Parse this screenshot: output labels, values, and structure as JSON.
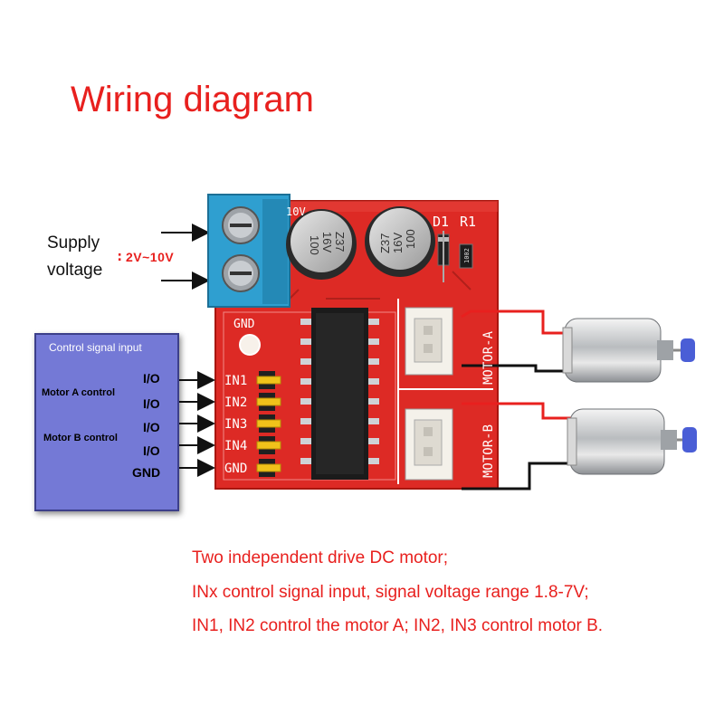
{
  "title": "Wiring diagram",
  "supply": {
    "label_line1": "Supply",
    "label_line2": "voltage",
    "range": "∶ 2V~10V"
  },
  "control_panel": {
    "title": "Control signal input",
    "motor_a_label": "Motor A  control",
    "motor_b_label": "Motor B control",
    "pins": [
      "I/O",
      "I/O",
      "I/O",
      "I/O",
      "GND"
    ]
  },
  "board": {
    "pin_labels": [
      "IN1",
      "IN2",
      "IN3",
      "IN4",
      "GND"
    ],
    "gnd_label": "GND",
    "top_text": "10V",
    "diode_label": "D1",
    "resistor_label": "R1",
    "resistor_marking": "1002",
    "motor_a_label": "MOTOR-A",
    "motor_b_label": "MOTOR-B",
    "capacitor_1": [
      "100",
      "16V",
      "Z37"
    ],
    "capacitor_2": [
      "100",
      "16V",
      "Z37"
    ]
  },
  "description": [
    "Two independent drive DC motor;",
    "INx control signal input, signal voltage range 1.8-7V;",
    "IN1, IN2 control the motor A; IN2, IN3 control motor B."
  ],
  "colors": {
    "title": "#e8201e",
    "pcb": "#dd2a25",
    "panel": "#7479d6",
    "terminal": "#2f9fd0",
    "header_pins": "#f0c21a"
  }
}
